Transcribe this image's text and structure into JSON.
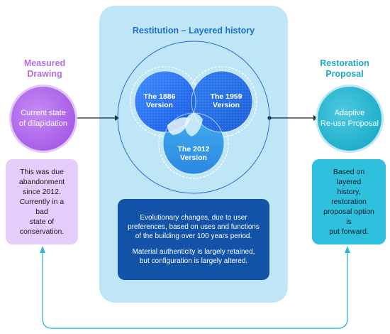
{
  "left": {
    "heading": "Measured Drawing",
    "circle_text": [
      "Current state",
      "of dilapidation"
    ],
    "box_text": [
      "This was due",
      "abandonment",
      "since 2012.",
      "Currently in a bad",
      "state of",
      "conservation."
    ],
    "color": "#a85ee8"
  },
  "center": {
    "title": "Restitution – Layered history",
    "venn": {
      "v1886": [
        "The 1886",
        "Version"
      ],
      "v1959": [
        "The 1959",
        "Version"
      ],
      "v2012": [
        "The 2012",
        "Version"
      ]
    },
    "box_paragraphs": [
      "Evolutionary changes, due to user preferences, based on uses and functions of the building over 100 years period.",
      "Material authenticity is largely retained, but configuration is largely altered."
    ],
    "color": "#1253a8"
  },
  "right": {
    "heading": "Restoration Proposal",
    "circle_text": [
      "Adaptive",
      "Re-use Proposal"
    ],
    "box_text": [
      "Based on layered",
      "history,",
      "restoration",
      "proposal option is",
      "put forward."
    ],
    "color": "#21afcb"
  }
}
